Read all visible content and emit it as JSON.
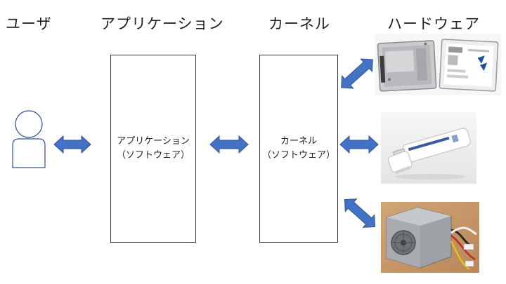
{
  "headings": {
    "user": "ユーザ",
    "application": "アプリケーション",
    "kernel": "カーネル",
    "hardware": "ハードウェア"
  },
  "application_box": {
    "line1": "アプリケーション",
    "line2": "（ソフトウェア）"
  },
  "kernel_box": {
    "line1": "カーネル",
    "line2": "（ソフトウェア）"
  },
  "colors": {
    "arrow_fill": "#4472c4",
    "arrow_stroke": "#2f528f",
    "outline": "#2f528f"
  },
  "icons": [
    "user-icon",
    "ssd-image",
    "usb-flash-drive-image",
    "power-supply-image"
  ]
}
